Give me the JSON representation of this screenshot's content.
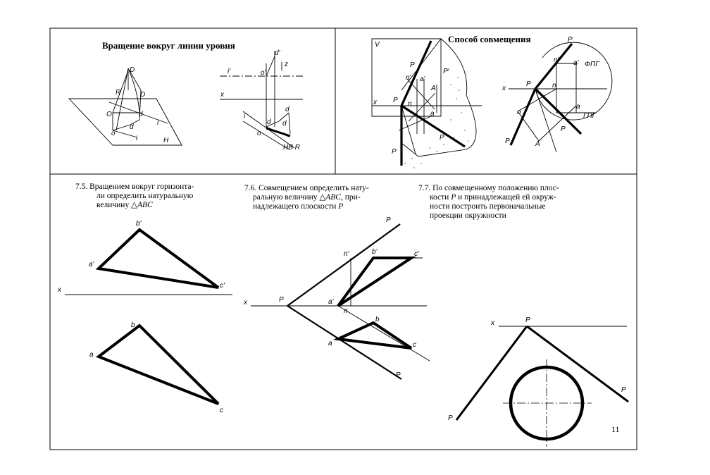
{
  "panels": {
    "rotation_title": "Вращение вокруг линии уровня",
    "combination_title": "Способ совмещения"
  },
  "tasks": {
    "t75": {
      "line1": "7.5. Вращением вокруг горизонта-",
      "line2": "ли определить натуральную",
      "line3": "величину",
      "tri_symbol": "△",
      "entity": "ABC"
    },
    "t76": {
      "line1": "7.6. Совмещением определить нату-",
      "line2a": "ральную величину",
      "tri_symbol": "△",
      "entity": "ABC",
      "line2b": ", при-",
      "line3a": "надлежащего плоскости",
      "plane": "P"
    },
    "t77": {
      "line1": "7.7. По совмещенному положению плос-",
      "line2a": "кости",
      "plane": "P",
      "line2b": "и принадлежащей ей окруж-",
      "line3": "ности построить первоначальные",
      "line4": "проекции окружности"
    }
  },
  "labels": {
    "D": "D",
    "Dp": "D",
    "R": "R",
    "O": "O",
    "d": "d",
    "o": "o",
    "i": "i",
    "H": "H",
    "d_prime": "d'",
    "o_prime": "o'",
    "i_prime": "i'",
    "z": "z",
    "x": "x",
    "HB": "HB R",
    "V": "V",
    "P": "P",
    "Pv": "P",
    "Ph": "P",
    "n_prime": "n'",
    "a_prime": "a'",
    "n": "n",
    "a": "a",
    "A": "A",
    "P_prime": "P'",
    "FPG": "ФПГ",
    "GPG": "ГПГ",
    "a1p": "a'",
    "b1p": "b'",
    "c1p": "c'",
    "a1": "a",
    "b1": "b",
    "c1": "c",
    "page": "11"
  }
}
